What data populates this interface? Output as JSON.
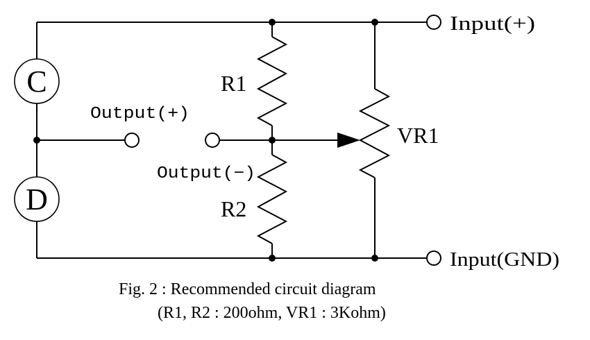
{
  "diagram": {
    "type": "circuit-schematic",
    "sensors": {
      "top": {
        "letter": "C"
      },
      "bottom": {
        "letter": "D"
      }
    },
    "components": {
      "r1": {
        "label": "R1",
        "value": "200ohm"
      },
      "r2": {
        "label": "R2",
        "value": "200ohm"
      },
      "vr1": {
        "label": "VR1",
        "value": "3Kohm"
      }
    },
    "terminals": {
      "output_plus": "Output(+)",
      "output_minus": "Output(−)",
      "input_plus": "Input(+)",
      "input_gnd": "Input(GND)"
    }
  },
  "caption": {
    "line1": "Fig. 2 : Recommended circuit diagram",
    "line2": "(R1, R2 : 200ohm, VR1 : 3Kohm)"
  }
}
